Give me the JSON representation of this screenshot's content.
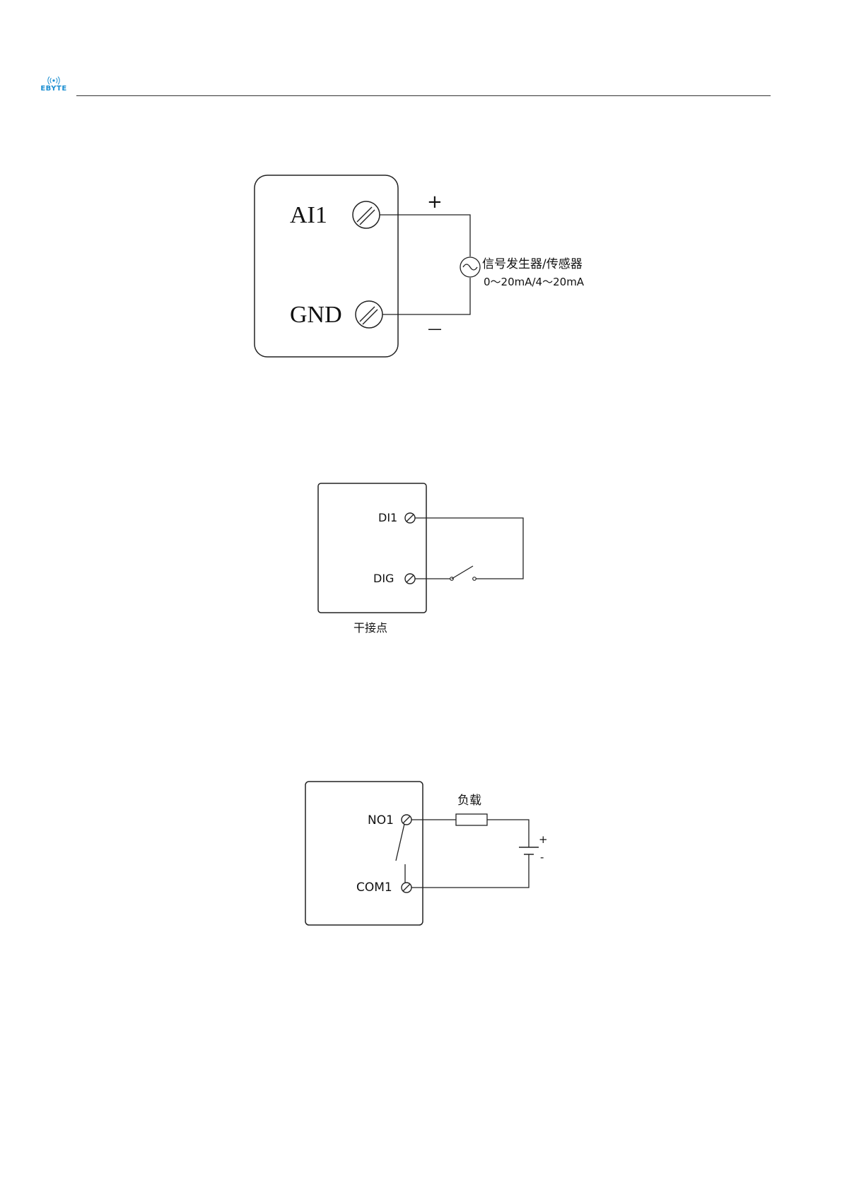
{
  "header": {
    "logo_text": "EBYTE",
    "brand_color": "#1a8ed1"
  },
  "diagram_ai": {
    "terminal_top": "AI1",
    "terminal_bottom": "GND",
    "plus": "+",
    "minus": "—",
    "source_name": "信号发生器/传感器",
    "source_range": "0～20mA/4～20mA"
  },
  "diagram_di": {
    "terminal_top": "DI1",
    "terminal_bottom": "DIG",
    "caption": "干接点"
  },
  "diagram_relay": {
    "terminal_top": "NO1",
    "terminal_bottom": "COM1",
    "load_label": "负载",
    "plus": "+",
    "minus": "-"
  }
}
